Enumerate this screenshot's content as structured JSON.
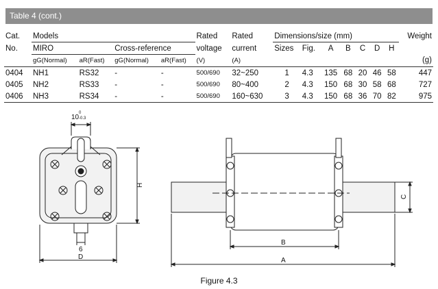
{
  "banner": {
    "title": "Table 4 (cont.)"
  },
  "table": {
    "h1": {
      "cat": "Cat.",
      "models": "Models",
      "rated1": "Rated",
      "rated2": "Rated",
      "dims": "Dimensions/size (mm)",
      "weight": "Weight"
    },
    "h2": {
      "no": "No.",
      "miro": "MIRO",
      "crossref": "Cross-reference",
      "voltage": "voltage",
      "current": "current",
      "sizes": "Sizes",
      "fig": "Fig.",
      "a": "A",
      "b": "B",
      "c": "C",
      "d": "D",
      "h": "H"
    },
    "h3": {
      "gg1": "gG(Normal)",
      "ar1": "aR(Fast)",
      "gg2": "gG(Normal)",
      "ar2": "aR(Fast)",
      "v_unit": "(V)",
      "a_unit": "(A)",
      "g_unit": "(g)"
    },
    "rows": [
      {
        "cat": "0404",
        "gg": "NH1",
        "ar": "RS32",
        "xgg": "-",
        "xar": "-",
        "voltage": "500/690",
        "current": "32~250",
        "size": "1",
        "fig": "4.3",
        "a": "135",
        "b": "68",
        "c": "20",
        "d": "46",
        "h": "58",
        "weight": "447"
      },
      {
        "cat": "0405",
        "gg": "NH2",
        "ar": "RS33",
        "xgg": "-",
        "xar": "-",
        "voltage": "500/690",
        "current": "80~400",
        "size": "2",
        "fig": "4.3",
        "a": "150",
        "b": "68",
        "c": "30",
        "d": "58",
        "h": "68",
        "weight": "727"
      },
      {
        "cat": "0406",
        "gg": "NH3",
        "ar": "RS34",
        "xgg": "-",
        "xar": "-",
        "voltage": "500/690",
        "current": "160~630",
        "size": "3",
        "fig": "4.3",
        "a": "150",
        "b": "68",
        "c": "36",
        "d": "70",
        "h": "82",
        "weight": "975"
      }
    ]
  },
  "drawing": {
    "dim_top": "10",
    "dim_top_tol": "0",
    "dim_top_tol2": "-0.3",
    "label_h": "H",
    "label_6": "6",
    "label_d": "D",
    "label_b": "B",
    "label_a": "A",
    "label_c": "C"
  },
  "caption": "Figure 4.3"
}
